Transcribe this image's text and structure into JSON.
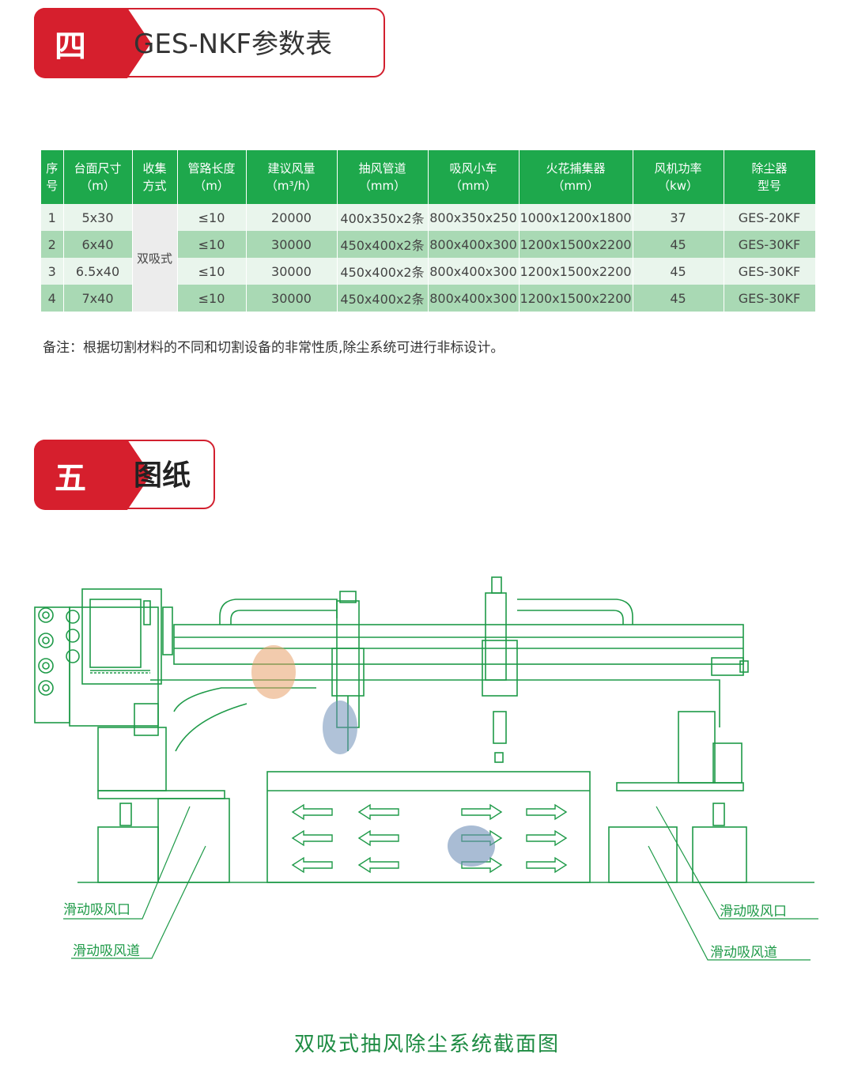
{
  "section4": {
    "number": "四",
    "title": "GES-NKF参数表"
  },
  "table": {
    "headers": [
      [
        "序",
        "号"
      ],
      [
        "台面尺寸",
        "（m）"
      ],
      [
        "收集",
        "方式"
      ],
      [
        "管路长度",
        "（m）"
      ],
      [
        "建议风量",
        "（m³/h）"
      ],
      [
        "抽风管道",
        "（mm）"
      ],
      [
        "吸风小车",
        "（mm）"
      ],
      [
        "火花捕集器",
        "（mm）"
      ],
      [
        "风机功率",
        "（kw）"
      ],
      [
        "除尘器",
        "型号"
      ]
    ],
    "collection_method": "双吸式",
    "rows": [
      {
        "no": "1",
        "size": "5x30",
        "pipe_len": "≤10",
        "airflow": "20000",
        "duct": "400x350x2条",
        "cart": "800x350x250",
        "spark": "1000x1200x1800",
        "power": "37",
        "model": "GES-20KF"
      },
      {
        "no": "2",
        "size": "6x40",
        "pipe_len": "≤10",
        "airflow": "30000",
        "duct": "450x400x2条",
        "cart": "800x400x300",
        "spark": "1200x1500x2200",
        "power": "45",
        "model": "GES-30KF"
      },
      {
        "no": "3",
        "size": "6.5x40",
        "pipe_len": "≤10",
        "airflow": "30000",
        "duct": "450x400x2条",
        "cart": "800x400x300",
        "spark": "1200x1500x2200",
        "power": "45",
        "model": "GES-30KF"
      },
      {
        "no": "4",
        "size": "7x40",
        "pipe_len": "≤10",
        "airflow": "30000",
        "duct": "450x400x2条",
        "cart": "800x400x300",
        "spark": "1200x1500x2200",
        "power": "45",
        "model": "GES-30KF"
      }
    ],
    "note": "备注：根据切割材料的不同和切割设备的非常性质,除尘系统可进行非标设计。"
  },
  "section5": {
    "number": "五",
    "title": "图纸"
  },
  "drawing": {
    "labels": {
      "left_inlet": "滑动吸风口",
      "left_duct": "滑动吸风道",
      "right_inlet": "滑动吸风口",
      "right_duct": "滑动吸风道"
    },
    "caption": "双吸式抽风除尘系统截面图",
    "line_color": "#1e9a48"
  }
}
